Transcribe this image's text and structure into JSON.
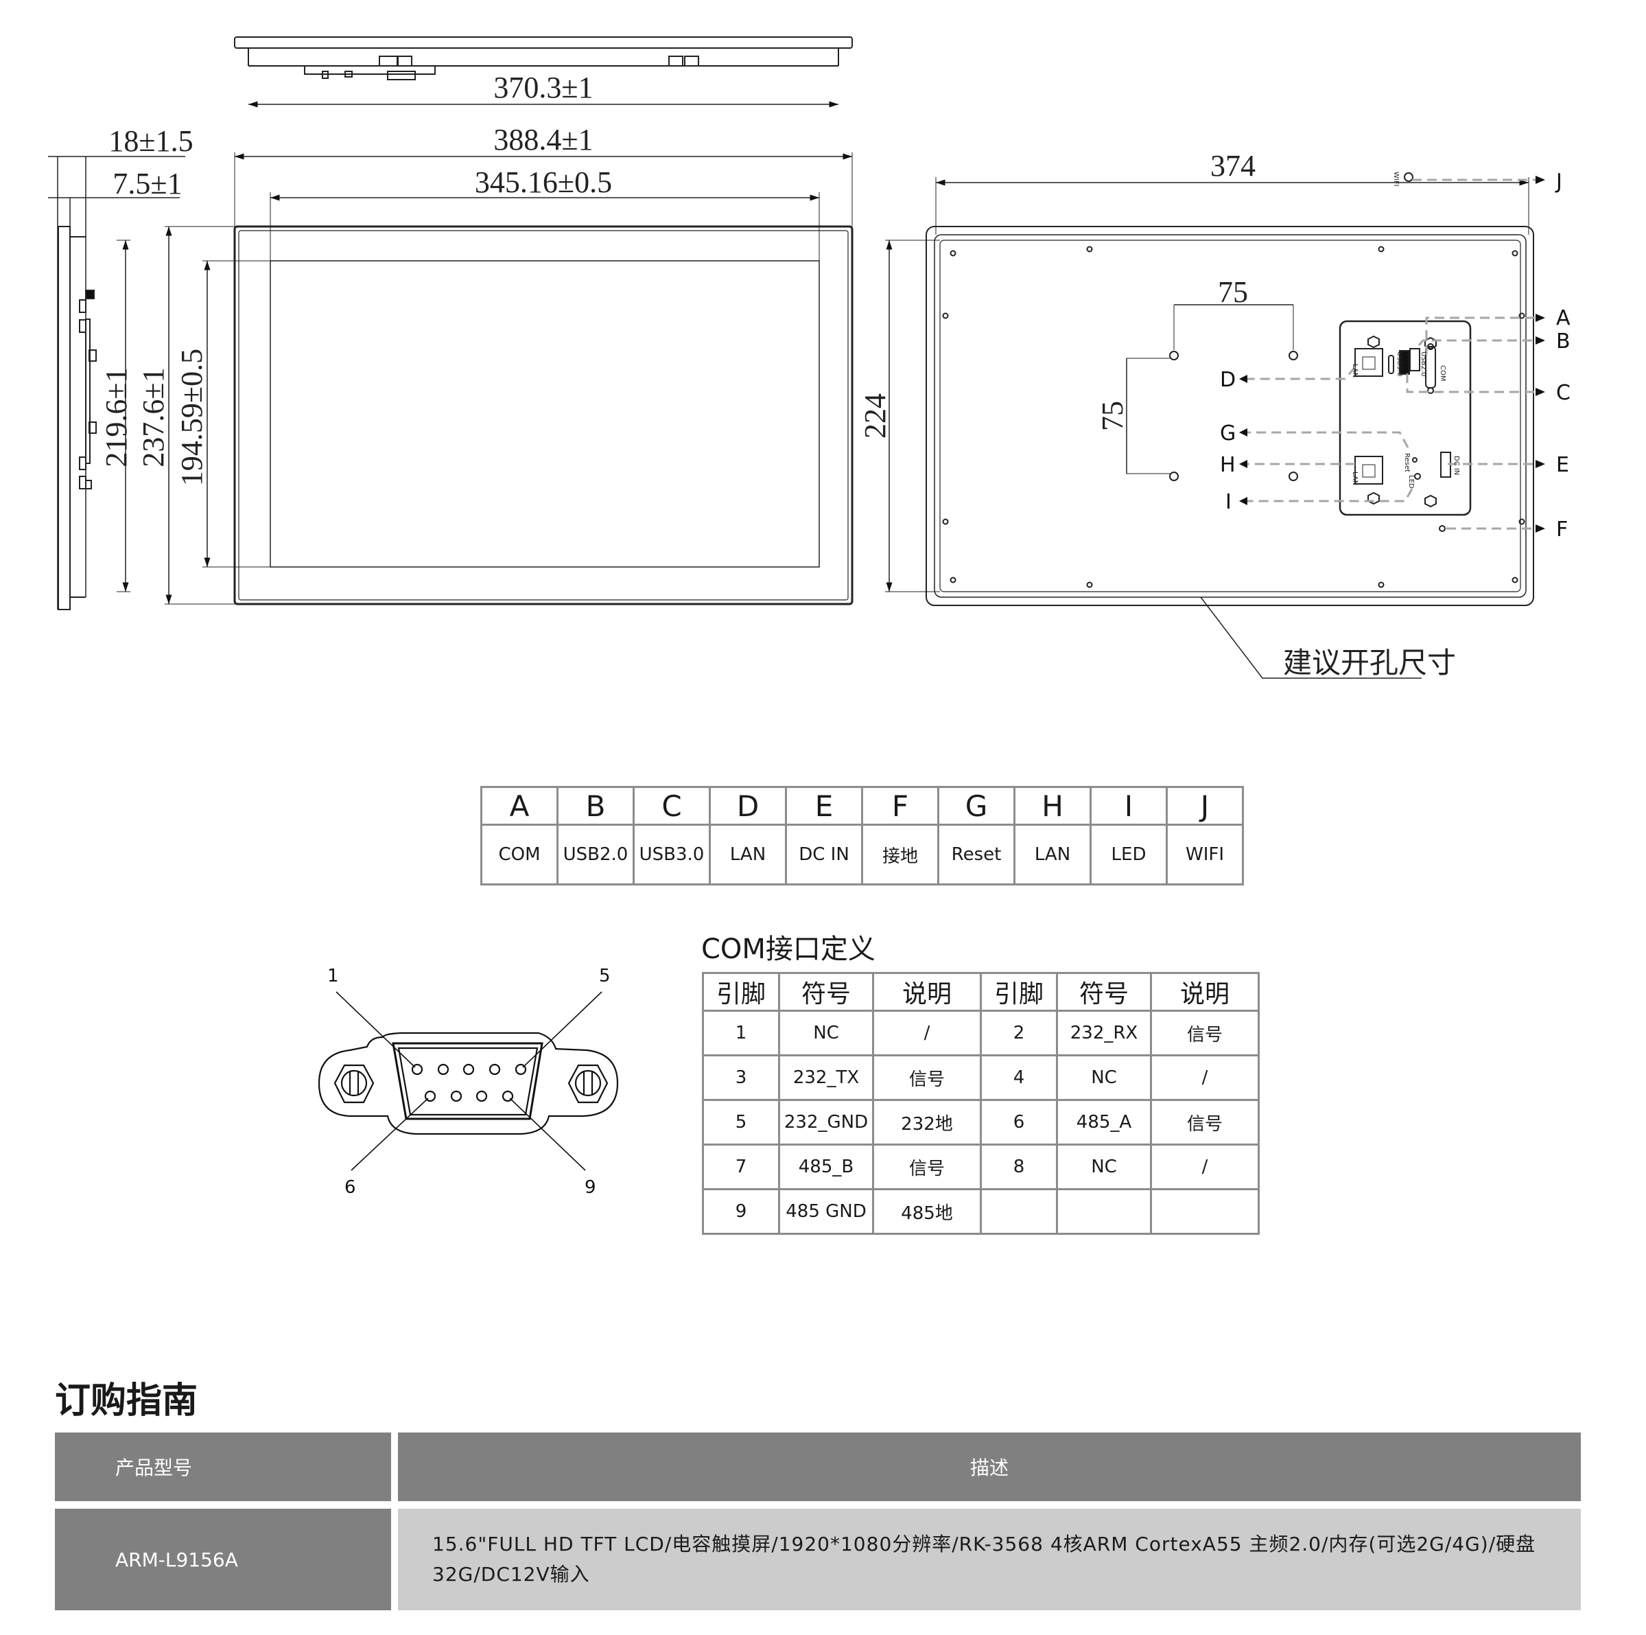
{
  "drawing": {
    "top_view": {
      "width_dim": "370.3±1"
    },
    "side_view": {
      "depth_total": "18±1.5",
      "depth_bezel": "7.5±1",
      "height_inner": "219.6±1"
    },
    "front_view": {
      "outer_width": "388.4±1",
      "display_width": "345.16±0.5",
      "outer_height": "237.6±1",
      "display_height": "194.59±0.5"
    },
    "rear_view": {
      "cutout_width": "374",
      "cutout_height": "224",
      "vesa_horizontal": "75",
      "vesa_vertical": "75",
      "cutout_note": "建议开孔尺寸",
      "port_labels": {
        "lan_top": "LAN",
        "lan_bottom": "LAN",
        "usb2": "USB2.0",
        "usb3": "USB3.0",
        "com": "COM",
        "dc_in": "DC IN",
        "reset": "Reset",
        "led": "LED",
        "wifi": "WIFI"
      },
      "callouts": [
        "A",
        "B",
        "C",
        "D",
        "E",
        "F",
        "G",
        "H",
        "I",
        "J"
      ]
    }
  },
  "port_legend": {
    "letters": [
      "A",
      "B",
      "C",
      "D",
      "E",
      "F",
      "G",
      "H",
      "I",
      "J"
    ],
    "names": [
      "COM",
      "USB2.0",
      "USB3.0",
      "LAN",
      "DC IN",
      "接地",
      "Reset",
      "LAN",
      "LED",
      "WIFI"
    ]
  },
  "com": {
    "title": "COM接口定义",
    "connector_pins": {
      "top_left": "1",
      "top_right": "5",
      "bottom_left": "6",
      "bottom_right": "9"
    },
    "headers": [
      "引脚",
      "符号",
      "说明",
      "引脚",
      "符号",
      "说明"
    ],
    "rows": [
      [
        "1",
        "NC",
        "/",
        "2",
        "232_RX",
        "信号"
      ],
      [
        "3",
        "232_TX",
        "信号",
        "4",
        "NC",
        "/"
      ],
      [
        "5",
        "232_GND",
        "232地",
        "6",
        "485_A",
        "信号"
      ],
      [
        "7",
        "485_B",
        "信号",
        "8",
        "NC",
        "/"
      ],
      [
        "9",
        "485 GND",
        "485地",
        "",
        "",
        ""
      ]
    ]
  },
  "ordering": {
    "title": "订购指南",
    "header_model": "产品型号",
    "header_desc": "描述",
    "model": "ARM-L9156A",
    "description": "15.6\"FULL HD TFT LCD/电容触摸屏/1920*1080分辨率/RK-3568 4核ARM CortexA55 主频2.0/内存(可选2G/4G)/硬盘32G/DC12V输入"
  },
  "colors": {
    "header_bg": "#808080",
    "desc_bg": "#cccccc",
    "table_border": "#8c8c8c",
    "dash": "#a6a6a6"
  }
}
